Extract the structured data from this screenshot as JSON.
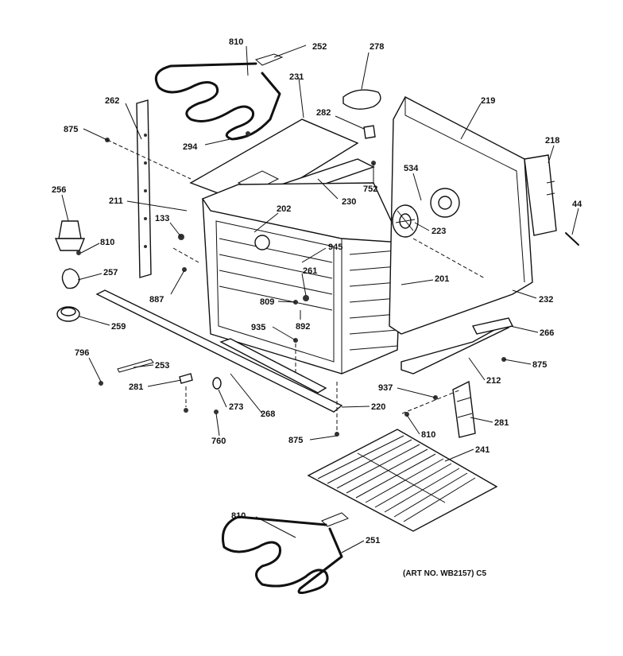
{
  "diagram": {
    "labels": {
      "l810a": "810",
      "l252": "252",
      "l278": "278",
      "l262": "262",
      "l231": "231",
      "l282": "282",
      "l219": "219",
      "l875a": "875",
      "l294": "294",
      "l218": "218",
      "l534": "534",
      "l752": "752",
      "l256": "256",
      "l211": "211",
      "l230": "230",
      "l44": "44",
      "l202": "202",
      "l133": "133",
      "l223": "223",
      "l810b": "810",
      "l945": "945",
      "l257": "257",
      "l261": "261",
      "l201": "201",
      "l887": "887",
      "l809": "809",
      "l232": "232",
      "l935": "935",
      "l892": "892",
      "l259": "259",
      "l266": "266",
      "l796": "796",
      "l253": "253",
      "l875b": "875",
      "l212": "212",
      "l281a": "281",
      "l937": "937",
      "l273": "273",
      "l268": "268",
      "l220": "220",
      "l281b": "281",
      "l810c": "810",
      "l760": "760",
      "l875c": "875",
      "l241": "241",
      "l810d": "810",
      "l251": "251"
    },
    "art_number": "(ART NO. WB2157) C5"
  }
}
